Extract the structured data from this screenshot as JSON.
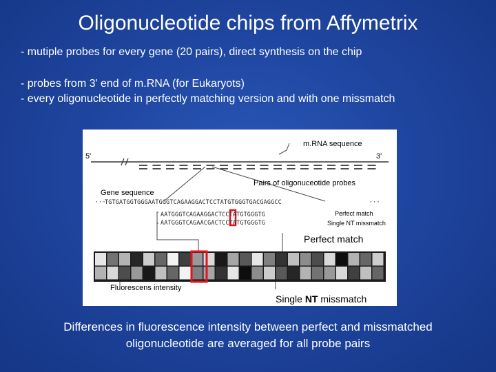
{
  "slide": {
    "title": "Oligonucleotide chips from Affymetrix",
    "bullets": [
      "- mutiple probes for every gene (20 pairs), direct synthesis on the chip",
      "- probes from 3' end of m.RNA (for Eukaryots)",
      "- every oligonucleotide in perfectly matching version and with one missmatch"
    ],
    "footer_line1": "Differences in fluorescence intensity between perfect and missmatched",
    "footer_line2": "oligonucleotide are averaged for all probe pairs"
  },
  "figure": {
    "mrna_label": "m.RNA sequence",
    "five_prime": "5'",
    "three_prime": "3'",
    "pairs_label": "Pairs of oligonuceotide probes",
    "gene_label": "Gene sequence",
    "gene_seq": "TGTGATGGTGGGAATGGGTCAGAAGGACTCCTATGTGGGTGACGAGGCC",
    "dots_left": "···",
    "dots_right": "···",
    "probe_pm_seq": "AATGGGTCAGAAGGACTCCTATGTGGGTG",
    "probe_mm_seq": "AATGGGTCAGAACGACTCCTATGTGGGTG",
    "probe_pm_label": "Perfect match",
    "probe_mm_label": "Single NT missmatch",
    "pm_callout": "Perfect match",
    "mm_callout_single": "Single ",
    "mm_callout_nt": "NT",
    "mm_callout_rest": " missmatch",
    "fluor_label": "Fluorescens intensity",
    "highlight_color": "#e0141e",
    "top_row_shades": [
      0.1,
      0.55,
      0.3,
      0.85,
      0.2,
      0.6,
      0.05,
      0.75,
      0.4,
      0.15,
      0.9,
      0.35,
      0.65,
      0.1,
      0.5,
      0.8,
      0.25,
      0.45,
      0.7,
      0.15,
      0.95,
      0.3,
      0.6,
      0.2
    ],
    "bottom_row_shades": [
      0.3,
      0.15,
      0.7,
      0.4,
      0.9,
      0.25,
      0.6,
      0.05,
      0.5,
      0.35,
      0.8,
      0.1,
      0.95,
      0.45,
      0.2,
      0.65,
      0.85,
      0.3,
      0.55,
      0.4,
      0.15,
      0.75,
      0.25,
      0.6
    ]
  }
}
